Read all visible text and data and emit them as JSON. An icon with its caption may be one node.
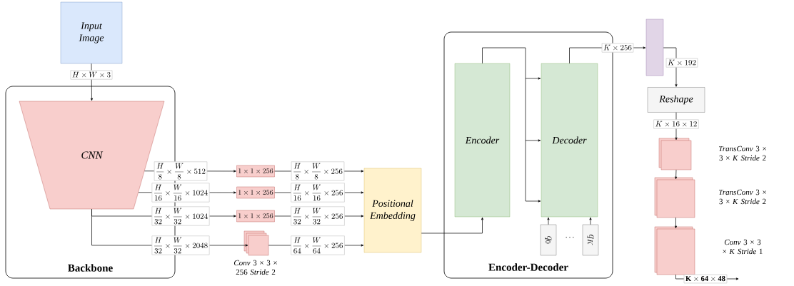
{
  "diagram": {
    "nodes": [
      {
        "text": [
          "Input Image"
        ]
      },
      {
        "text": [
          "Backbone"
        ]
      },
      {
        "text": [
          "CNN"
        ],
        "in": 1
      },
      {
        "text": [
          "1 \\times 1 \\times 256"
        ]
      },
      {
        "text": [
          "1 \\times 1 \\times 256"
        ]
      },
      {
        "text": [
          "1 \\times 1 \\times 256"
        ]
      },
      {
        "text": [],
        "shape": "box",
        "beside": [
          "*Conv* 3 × 3 × 256 *Stride* 2"
        ]
      },
      {
        "text": [
          "Positional Embedding"
        ]
      },
      {
        "text": [
          "Encoder-Decoder"
        ]
      },
      {
        "text": [
          "Encoder"
        ],
        "in": 8
      },
      {
        "text": [
          "Decoder"
        ],
        "in": 8
      },
      {
        "text": [
          "q_0"
        ],
        "in": 8
      },
      {
        "text": [
          "q_K"
        ],
        "in": 8
      },
      {
        "text": [],
        "shape": "bar"
      },
      {
        "text": [
          "Reshape"
        ]
      },
      {
        "text": [],
        "shape": "box",
        "beside": [
          "*TransConv* 3 × 3 × *K* *Stride* 2"
        ]
      },
      {
        "text": [],
        "shape": "box",
        "beside": [
          "*TransConv* 3 × 3 × *K* *Stride* 2"
        ]
      },
      {
        "text": [],
        "shape": "box",
        "beside": [
          "*Conv* 3 × 3 × *K* *Stride* 1"
        ]
      }
    ],
    "edges": [
      {
        "from": 0,
        "to": 2,
        "arrow": "to",
        "label": "H \\times W \\times 3"
      },
      {
        "from": 2,
        "to": 3,
        "arrow": "to",
        "label": "\\frac{H}{8} \\times \\frac{W}{8} \\times 512"
      },
      {
        "from": 2,
        "to": 4,
        "arrow": "to",
        "label": "\\frac{H}{16} \\times \\frac{W}{16} \\times 1024"
      },
      {
        "from": 2,
        "to": 5,
        "arrow": "to",
        "label": "\\frac{H}{32} \\times \\frac{W}{32} \\times 1024"
      },
      {
        "from": 2,
        "to": 6,
        "arrow": "to",
        "label": "\\frac{H}{32} \\times \\frac{W}{32} \\times 2048"
      },
      {
        "from": 3,
        "to": 7,
        "arrow": "to",
        "label": "\\frac{H}{8} \\times \\frac{W}{8} \\times 256"
      },
      {
        "from": 4,
        "to": 7,
        "arrow": "to",
        "label": "\\frac{H}{16} \\times \\frac{W}{16} \\times 256"
      },
      {
        "from": 5,
        "to": 7,
        "arrow": "to",
        "label": "\\frac{H}{32} \\times \\frac{W}{32} \\times 256"
      },
      {
        "from": 6,
        "to": 7,
        "arrow": "to",
        "label": "\\frac{H}{64} \\times \\frac{W}{64} \\times 256"
      },
      {
        "from": 7,
        "to": 9,
        "arrow": "to"
      },
      {
        "from": 9,
        "to": 10,
        "arrow": "to"
      },
      {
        "from": 11,
        "to": 10,
        "arrow": "to"
      },
      {
        "from": 12,
        "to": 10,
        "arrow": "to"
      },
      {
        "from": 10,
        "to": 13,
        "arrow": "to",
        "label": "K \\times 256"
      },
      {
        "from": 13,
        "to": 14,
        "arrow": "to",
        "label": "K \\times 192"
      },
      {
        "from": 14,
        "to": 15,
        "arrow": "to",
        "label": "K \\times 16 \\times 12"
      },
      {
        "from": 15,
        "to": 16,
        "arrow": "to"
      },
      {
        "from": 16,
        "to": 17,
        "arrow": "to"
      },
      {
        "from": 17,
        "to": null,
        "arrow": "to",
        "label": "\\mathbf{K \\times 64 \\times 48}"
      }
    ],
    "labels": [
      "\\cdots"
    ]
  }
}
